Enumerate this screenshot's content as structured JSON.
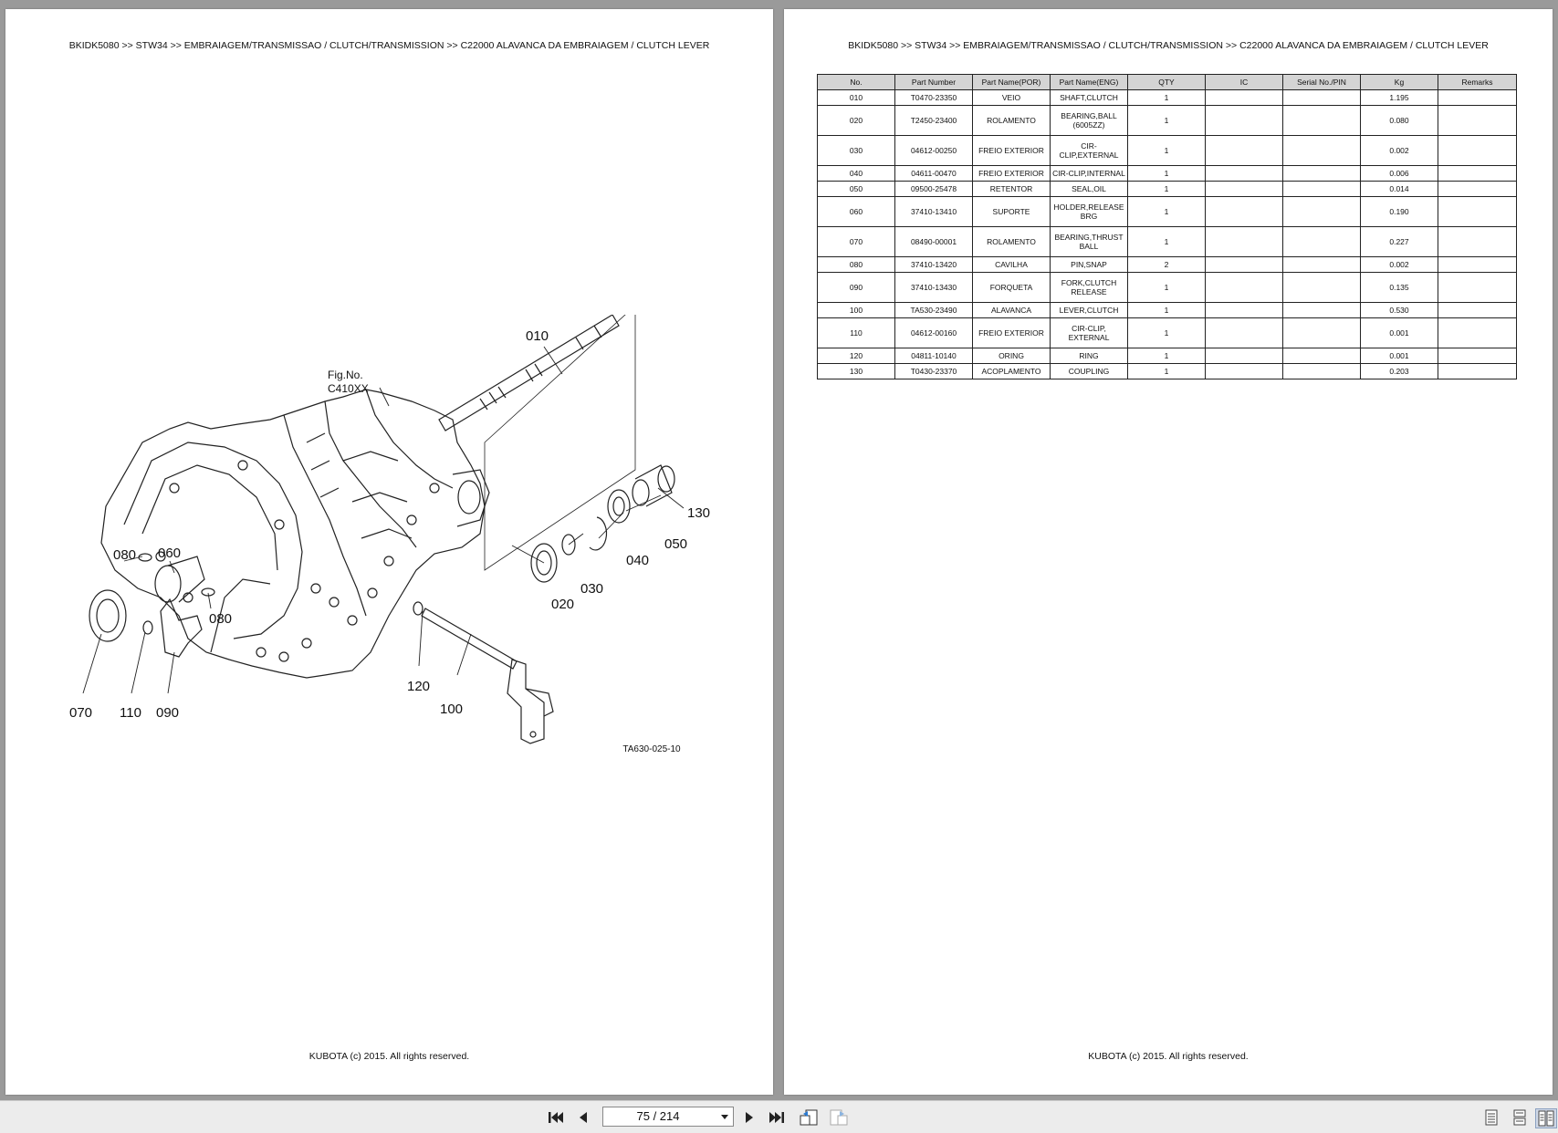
{
  "breadcrumb": "BKIDK5080 >> STW34 >> EMBRAIAGEM/TRANSMISSAO / CLUTCH/TRANSMISSION >> C22000   ALAVANCA DA EMBRAIAGEM / CLUTCH LEVER",
  "footer": "KUBOTA (c) 2015. All rights reserved.",
  "diagram": {
    "fig_ref_line1": "Fig.No.",
    "fig_ref_line2": "C410XX",
    "drawing_code": "TA630-025-10",
    "callouts": [
      "010",
      "020",
      "030",
      "040",
      "050",
      "060",
      "070",
      "080",
      "080",
      "090",
      "100",
      "110",
      "120",
      "130"
    ]
  },
  "table": {
    "headers": [
      "No.",
      "Part Number",
      "Part Name(POR)",
      "Part Name(ENG)",
      "QTY",
      "IC",
      "Serial No./PIN",
      "Kg",
      "Remarks"
    ],
    "rows": [
      {
        "no": "010",
        "pn": "T0470-23350",
        "por": "VEIO",
        "eng": "SHAFT,CLUTCH",
        "qty": "1",
        "ic": "",
        "serial": "",
        "kg": "1.195",
        "remarks": ""
      },
      {
        "no": "020",
        "pn": "T2450-23400",
        "por": "ROLAMENTO",
        "eng": "BEARING,BALL (6005ZZ)",
        "qty": "1",
        "ic": "",
        "serial": "",
        "kg": "0.080",
        "remarks": ""
      },
      {
        "no": "030",
        "pn": "04612-00250",
        "por": "FREIO EXTERIOR",
        "eng": "CIR-CLIP,EXTERNAL",
        "qty": "1",
        "ic": "",
        "serial": "",
        "kg": "0.002",
        "remarks": ""
      },
      {
        "no": "040",
        "pn": "04611-00470",
        "por": "FREIO EXTERIOR",
        "eng": "CIR-CLIP,INTERNAL",
        "qty": "1",
        "ic": "",
        "serial": "",
        "kg": "0.006",
        "remarks": ""
      },
      {
        "no": "050",
        "pn": "09500-25478",
        "por": "RETENTOR",
        "eng": "SEAL,OIL",
        "qty": "1",
        "ic": "",
        "serial": "",
        "kg": "0.014",
        "remarks": ""
      },
      {
        "no": "060",
        "pn": "37410-13410",
        "por": "SUPORTE",
        "eng": "HOLDER,RELEASE BRG",
        "qty": "1",
        "ic": "",
        "serial": "",
        "kg": "0.190",
        "remarks": ""
      },
      {
        "no": "070",
        "pn": "08490-00001",
        "por": "ROLAMENTO",
        "eng": "BEARING,THRUST BALL",
        "qty": "1",
        "ic": "",
        "serial": "",
        "kg": "0.227",
        "remarks": ""
      },
      {
        "no": "080",
        "pn": "37410-13420",
        "por": "CAVILHA",
        "eng": "PIN,SNAP",
        "qty": "2",
        "ic": "",
        "serial": "",
        "kg": "0.002",
        "remarks": ""
      },
      {
        "no": "090",
        "pn": "37410-13430",
        "por": "FORQUETA",
        "eng": "FORK,CLUTCH RELEASE",
        "qty": "1",
        "ic": "",
        "serial": "",
        "kg": "0.135",
        "remarks": ""
      },
      {
        "no": "100",
        "pn": "TA530-23490",
        "por": "ALAVANCA",
        "eng": "LEVER,CLUTCH",
        "qty": "1",
        "ic": "",
        "serial": "",
        "kg": "0.530",
        "remarks": ""
      },
      {
        "no": "110",
        "pn": "04612-00160",
        "por": "FREIO EXTERIOR",
        "eng": "CIR-CLIP, EXTERNAL",
        "qty": "1",
        "ic": "",
        "serial": "",
        "kg": "0.001",
        "remarks": ""
      },
      {
        "no": "120",
        "pn": "04811-10140",
        "por": "ORING",
        "eng": "RING",
        "qty": "1",
        "ic": "",
        "serial": "",
        "kg": "0.001",
        "remarks": ""
      },
      {
        "no": "130",
        "pn": "T0430-23370",
        "por": "ACOPLAMENTO",
        "eng": "COUPLING",
        "qty": "1",
        "ic": "",
        "serial": "",
        "kg": "0.203",
        "remarks": ""
      }
    ]
  },
  "toolbar": {
    "page_indicator": "75 / 214",
    "icons": [
      "first-page-icon",
      "previous-page-icon",
      "next-page-icon",
      "last-page-icon",
      "go-back-view-icon",
      "go-forward-view-icon",
      "single-page-view-icon",
      "continuous-view-icon",
      "facing-pages-view-icon"
    ]
  }
}
